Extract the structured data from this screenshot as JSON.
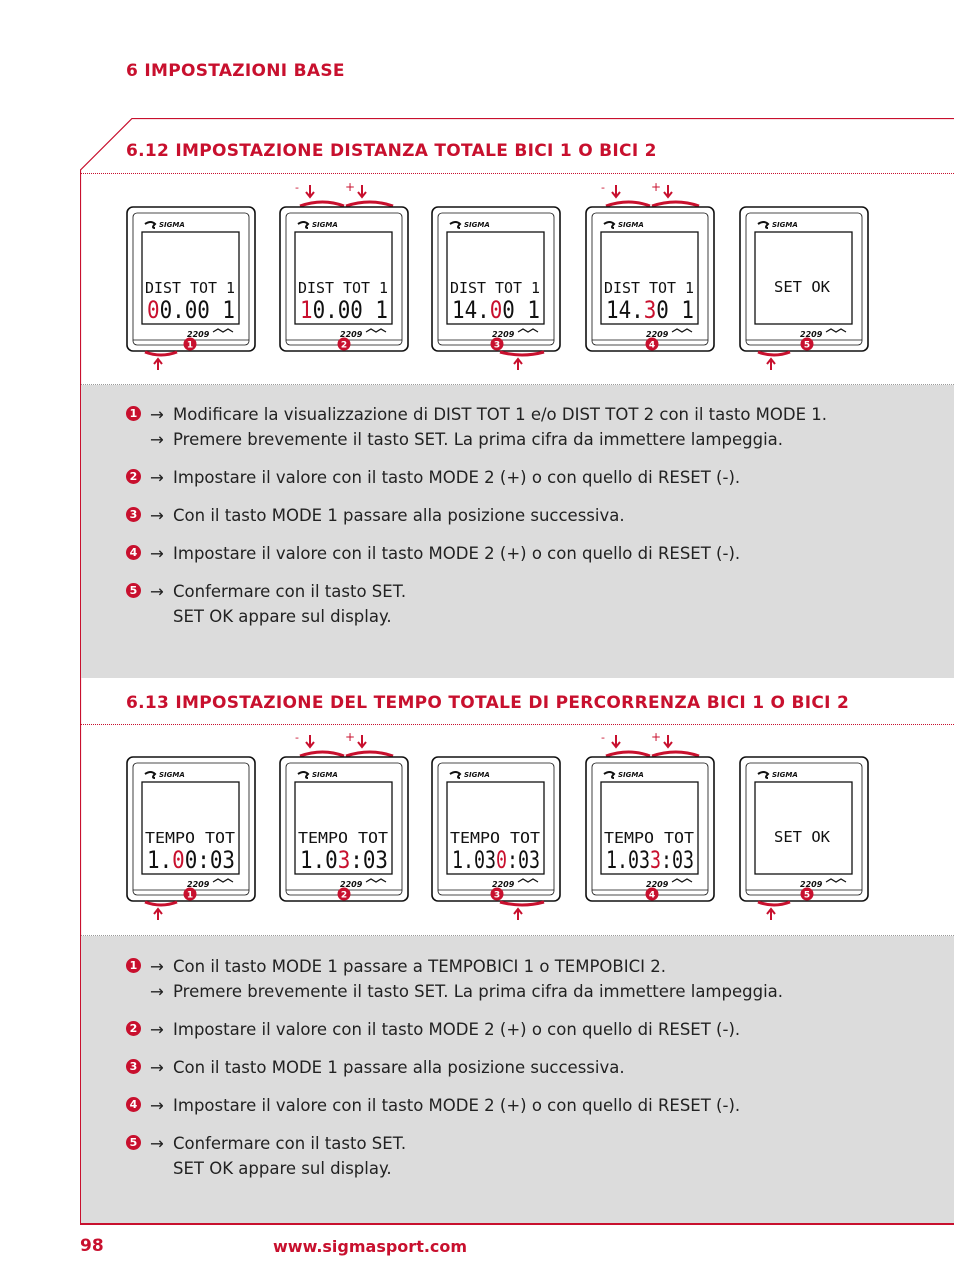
{
  "chapter": "6 IMPOSTAZIONI BASE",
  "accent_color": "#c8102e",
  "sections": [
    {
      "title": "6.12 IMPOSTAZIONE DISTANZA TOTALE BICI 1 O BICI 2",
      "devices": [
        {
          "num": "1",
          "brand": "SIGMA",
          "model": "2209",
          "line1": "DIST  TOT  1",
          "line2_pre": "",
          "line2_hl": "0",
          "line2_post": "0.00 1",
          "minus": "",
          "plus": "",
          "bottom": "left"
        },
        {
          "num": "2",
          "brand": "SIGMA",
          "model": "2209",
          "line1": "DIST  TOT  1",
          "line2_pre": "",
          "line2_hl": "1",
          "line2_post": "0.00 1",
          "minus": "-",
          "plus": "+",
          "bottom": ""
        },
        {
          "num": "3",
          "brand": "SIGMA",
          "model": "2209",
          "line1": "DIST  TOT  1",
          "line2_pre": "14.",
          "line2_hl": "0",
          "line2_post": "0 1",
          "minus": "",
          "plus": "",
          "bottom": "right"
        },
        {
          "num": "4",
          "brand": "SIGMA",
          "model": "2209",
          "line1": "DIST  TOT  1",
          "line2_pre": "14.",
          "line2_hl": "3",
          "line2_post": "0 1",
          "minus": "-",
          "plus": "+",
          "bottom": ""
        },
        {
          "num": "5",
          "brand": "SIGMA",
          "model": "2209",
          "line1": "SET  OK",
          "line2_pre": "",
          "line2_hl": "",
          "line2_post": "",
          "minus": "",
          "plus": "",
          "bottom": "left"
        }
      ],
      "steps": [
        {
          "num": "1",
          "lines": [
            "Modificare la visualizzazione di DIST TOT 1 e/o DIST TOT 2 con il tasto MODE 1.",
            "Premere brevemente il tasto SET. La prima cifra da immettere lampeggia."
          ]
        },
        {
          "num": "2",
          "lines": [
            "Impostare il valore con il tasto MODE 2 (+) o con quello di RESET (-)."
          ]
        },
        {
          "num": "3",
          "lines": [
            "Con il tasto MODE 1 passare alla posizione successiva."
          ]
        },
        {
          "num": "4",
          "lines": [
            "Impostare il valore con il tasto MODE 2 (+) o con quello di RESET (-)."
          ]
        },
        {
          "num": "5",
          "lines": [
            "Confermare con il tasto SET.",
            "SET OK appare sul display."
          ]
        }
      ]
    },
    {
      "title": "6.13 IMPOSTAZIONE DEL TEMPO TOTALE DI PERCORRENZA BICI 1 O BICI 2",
      "devices": [
        {
          "num": "1",
          "brand": "SIGMA",
          "model": "2209",
          "line1": "TEMPO  TOT",
          "line2_pre": "1.",
          "line2_hl": "0",
          "line2_post": "0:03",
          "minus": "",
          "plus": "",
          "bottom": "left"
        },
        {
          "num": "2",
          "brand": "SIGMA",
          "model": "2209",
          "line1": "TEMPO  TOT",
          "line2_pre": "1.0",
          "line2_hl": "3",
          "line2_post": ":03",
          "minus": "-",
          "plus": "+",
          "bottom": ""
        },
        {
          "num": "3",
          "brand": "SIGMA",
          "model": "2209",
          "line1": "TEMPO  TOT",
          "line2_pre": "1.03",
          "line2_hl": "0",
          "line2_post": ":03",
          "minus": "",
          "plus": "",
          "bottom": "right"
        },
        {
          "num": "4",
          "brand": "SIGMA",
          "model": "2209",
          "line1": "TEMPO  TOT",
          "line2_pre": "1.03",
          "line2_hl": "3",
          "line2_post": ":03",
          "minus": "-",
          "plus": "+",
          "bottom": ""
        },
        {
          "num": "5",
          "brand": "SIGMA",
          "model": "2209",
          "line1": "SET  OK",
          "line2_pre": "",
          "line2_hl": "",
          "line2_post": "",
          "minus": "",
          "plus": "",
          "bottom": "left"
        }
      ],
      "steps": [
        {
          "num": "1",
          "lines": [
            "Con il tasto MODE 1 passare a TEMPOBICI 1 o TEMPOBICI 2.",
            "Premere brevemente il tasto SET. La prima cifra da immettere lampeggia."
          ]
        },
        {
          "num": "2",
          "lines": [
            "Impostare il valore con il tasto MODE 2 (+) o con quello di RESET (-)."
          ]
        },
        {
          "num": "3",
          "lines": [
            "Con il tasto MODE 1 passare alla posizione successiva."
          ]
        },
        {
          "num": "4",
          "lines": [
            "Impostare il valore con il tasto MODE 2 (+) o con quello di RESET (-)."
          ]
        },
        {
          "num": "5",
          "lines": [
            "Confermare con il tasto SET.",
            "SET OK appare sul display."
          ]
        }
      ]
    }
  ],
  "footer": {
    "page_number": "98",
    "url": "www.sigmasport.com"
  }
}
